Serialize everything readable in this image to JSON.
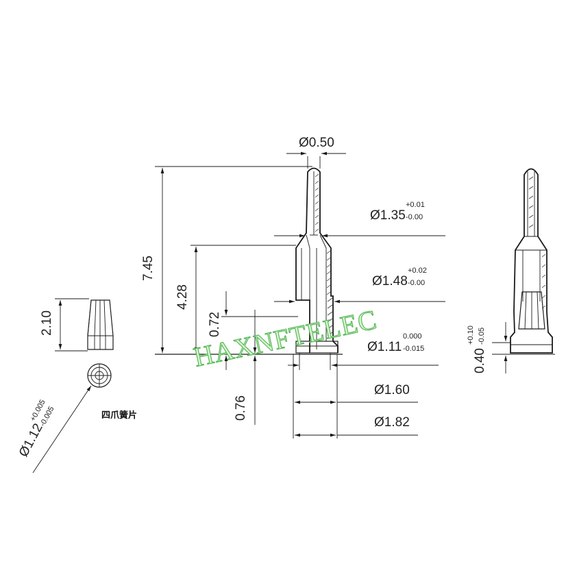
{
  "watermark": "HAXNFTELEC",
  "part_label": "四爪簧片",
  "dims": {
    "tip_diameter": "Ø0.50",
    "upper_diameter": {
      "main": "Ø1.35",
      "upper_tol": "+0.01",
      "lower_tol": "-0.00"
    },
    "mid_diameter": {
      "main": "Ø1.48",
      "upper_tol": "+0.02",
      "lower_tol": "-0.00"
    },
    "bore_diameter": {
      "main": "Ø1.11",
      "upper_tol": "0.000",
      "lower_tol": "-0.015"
    },
    "flange_inner_diameter": "Ø1.60",
    "flange_outer_diameter": "Ø1.82",
    "total_length": "7.45",
    "body_length": "4.28",
    "slot_length": "0.72",
    "flange_thickness": "0.76",
    "clip_height": "2.10",
    "clip_diameter": {
      "main": "Ø1.12",
      "upper_tol": "+0.005",
      "lower_tol": "-0.005"
    },
    "side_thickness": {
      "main": "0.40",
      "upper_tol": "+0.10",
      "lower_tol": "-0.05"
    }
  }
}
